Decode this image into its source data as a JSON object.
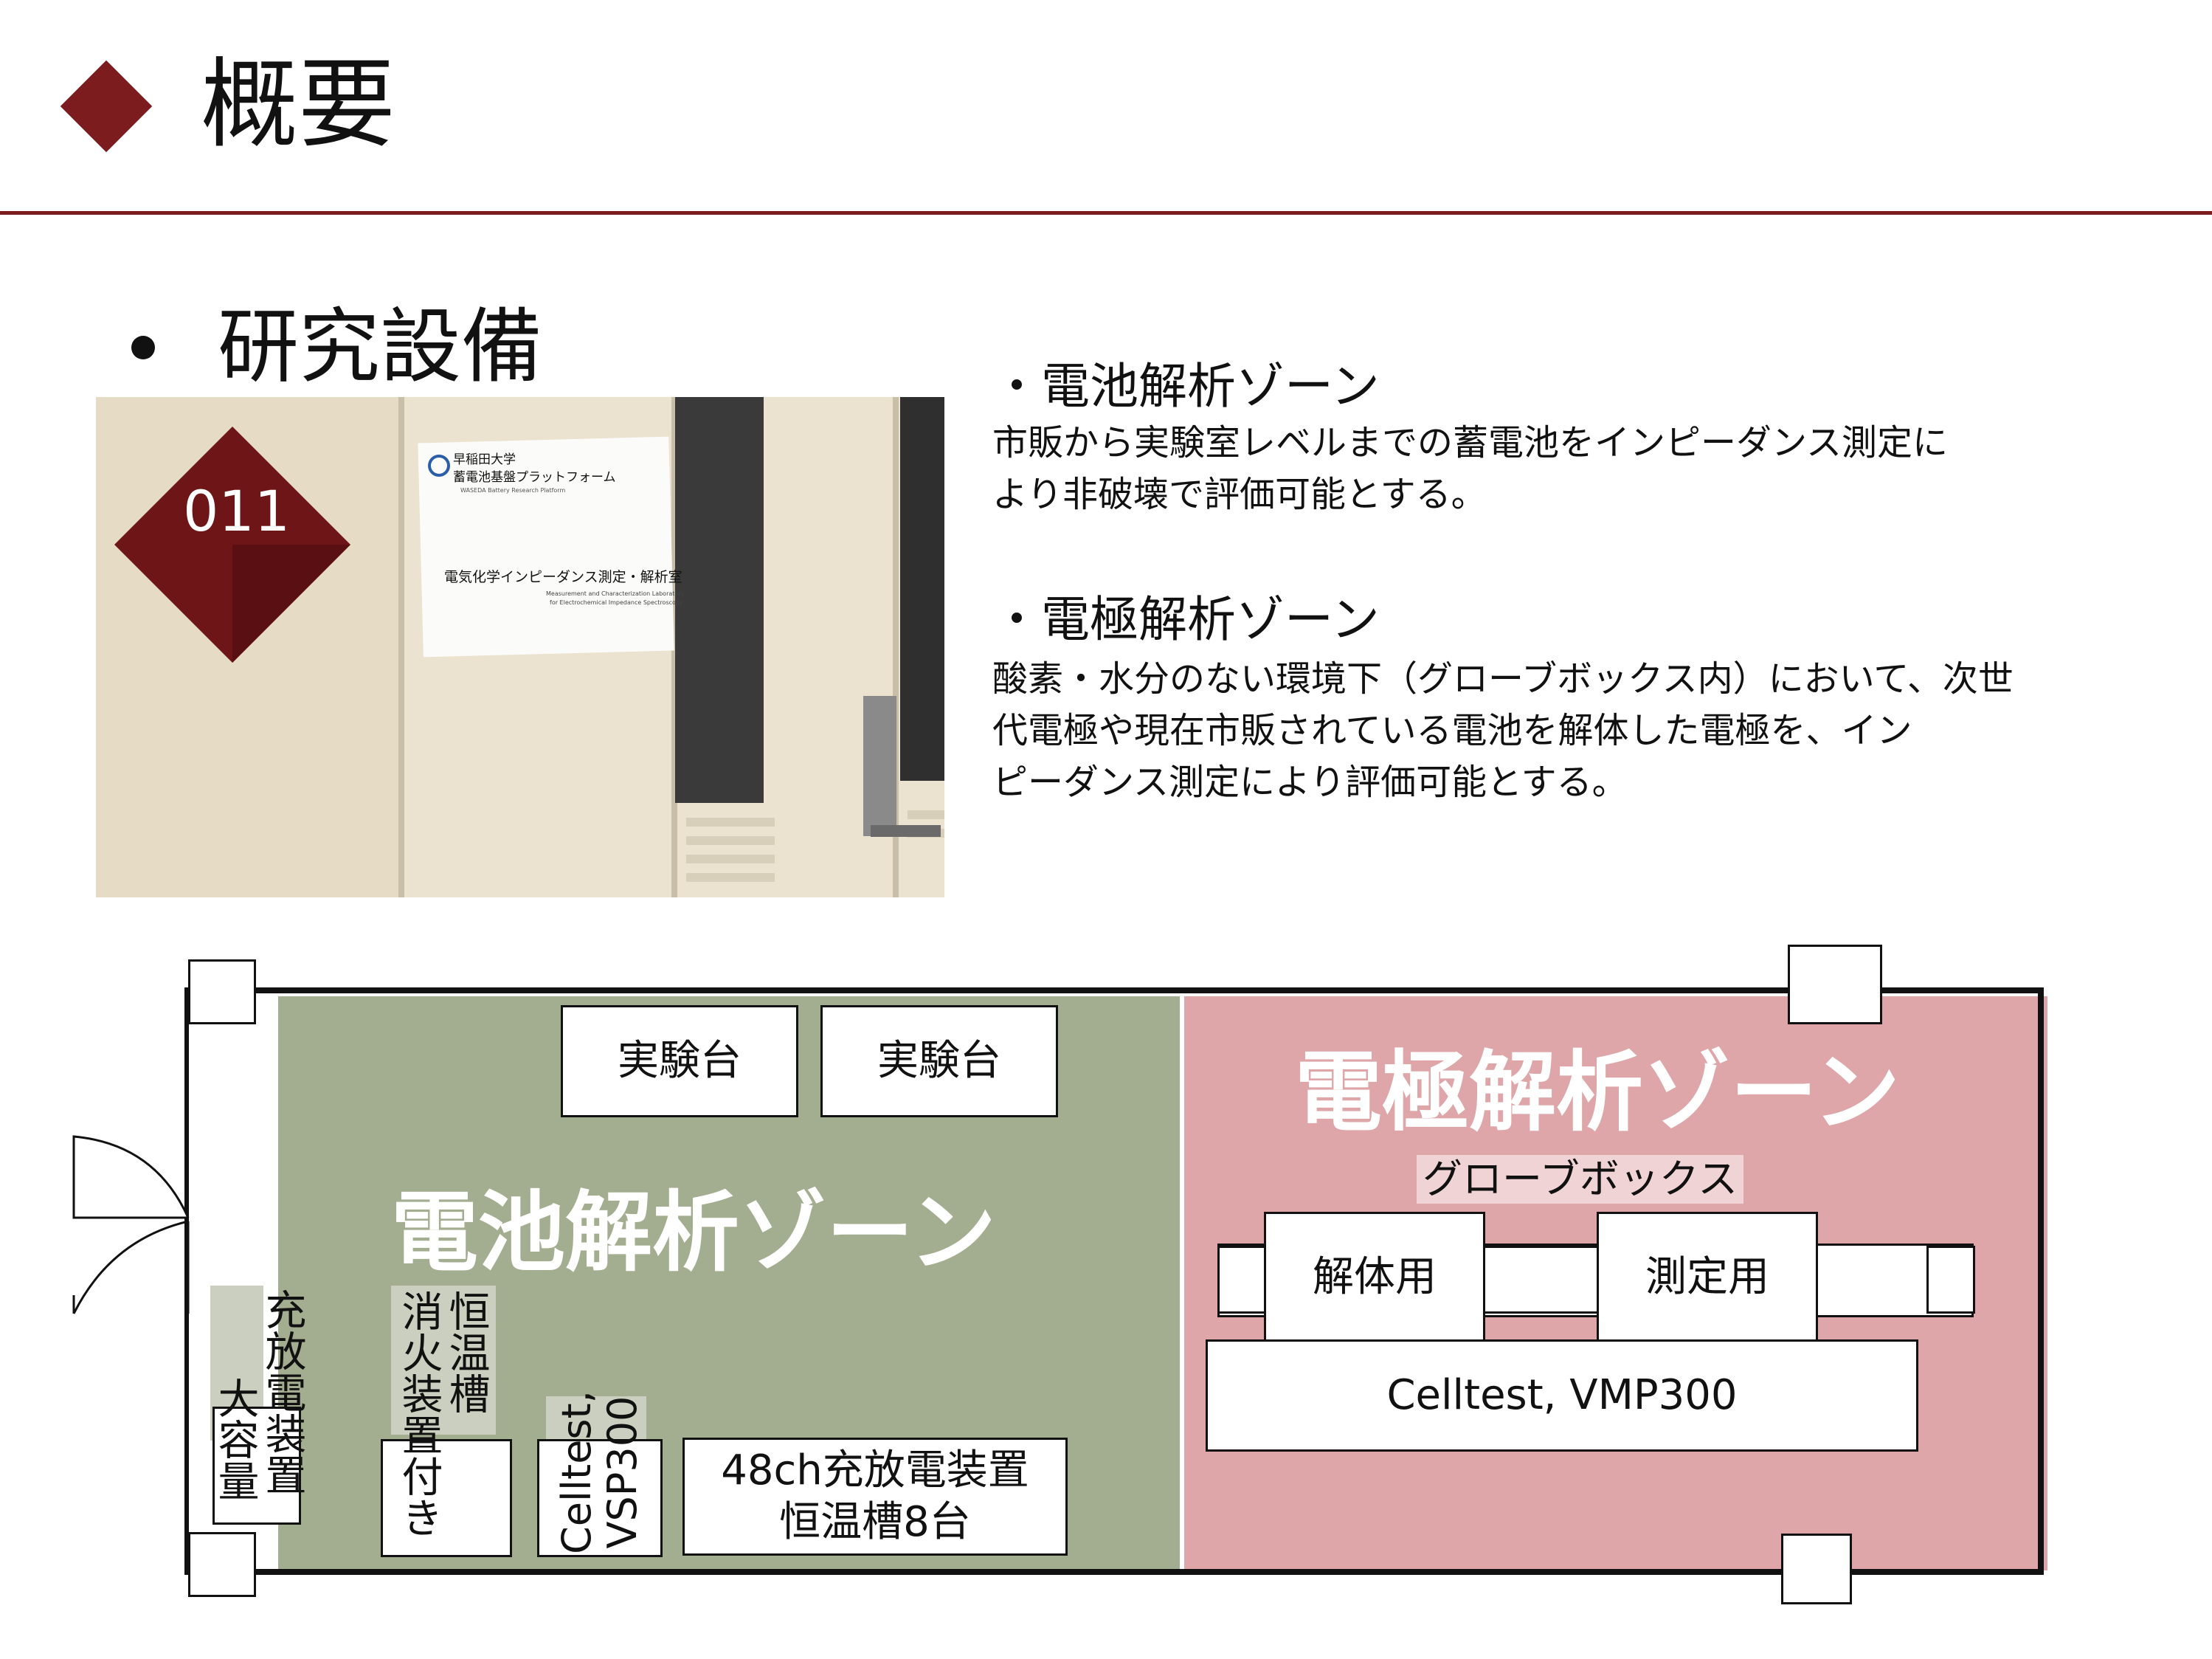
{
  "header": {
    "title": "概要",
    "accent_color": "#7d1c1e",
    "marker_icon": "diamond-icon"
  },
  "section": {
    "heading": "研究設備"
  },
  "photo": {
    "room_number": "011",
    "sign_org": "早稲田大学",
    "sign_platform": "蓄電池基盤プラットフォーム",
    "sign_platform_en": "WASEDA Battery Research Platform",
    "sign_room": "電気化学インピーダンス測定・解析室",
    "sign_room_en_1": "Measurement and Characterization Laboratory",
    "sign_room_en_2": "for Electrochemical Impedance Spectroscopy"
  },
  "zones": [
    {
      "title": "・電池解析ゾーン",
      "desc_lines": [
        "市販から実験室レベルまでの蓄電池をインピーダンス測定に",
        "より非破壊で評価可能とする。"
      ]
    },
    {
      "title": "・電極解析ゾーン",
      "desc_lines": [
        "酸素・水分のない環境下（グローブボックス内）において、次世",
        "代電極や現在市販されている電池を解体した電極を、イン",
        "ピーダンス測定により評価可能とする。"
      ]
    }
  ],
  "floor_plan": {
    "battery_zone_label": "電池解析ゾーン",
    "electrode_zone_label": "電極解析ゾーン",
    "battery_zone_color": "#a3ad8f",
    "electrode_zone_color": "#dea6a8",
    "bench_1": "実験台",
    "bench_2": "実験台",
    "glovebox_label": "グローブボックス",
    "disassembly": "解体用",
    "measurement": "測定用",
    "celltest_vmp": "Celltest, VMP300",
    "large_charger_1": "大容量",
    "large_charger_2": "充放電装置",
    "extinguisher_1": "消火装置付き",
    "extinguisher_2": "恒温槽",
    "celltest_vsp_1": "Celltest,",
    "celltest_vsp_2": "VSP300",
    "charger48_1": "48ch充放電装置",
    "charger48_2": "恒温槽8台"
  }
}
